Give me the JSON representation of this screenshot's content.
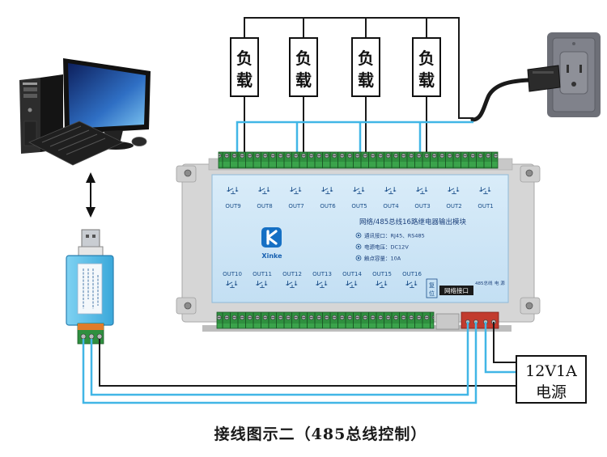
{
  "loads": [
    {
      "top": "负",
      "bottom": "载"
    },
    {
      "top": "负",
      "bottom": "载"
    },
    {
      "top": "负",
      "bottom": "载"
    },
    {
      "top": "负",
      "bottom": "载"
    }
  ],
  "power_supply": {
    "rating": "12V1A",
    "label": "电源"
  },
  "caption": "接线图示二（485总线控制）",
  "module": {
    "title": "网络/485总线16路继电器输出模块",
    "brand": "Xinke",
    "specs": [
      "通讯接口：RJ45、RS485",
      "电源电压：DC12V",
      "触点容量：10A"
    ],
    "outputs_top": [
      "OUT9",
      "OUT8",
      "OUT7",
      "OUT6",
      "OUT5",
      "OUT4",
      "OUT3",
      "OUT2",
      "OUT1"
    ],
    "outputs_bottom": [
      "OUT10",
      "OUT11",
      "OUT12",
      "OUT13",
      "OUT14",
      "OUT15",
      "OUT16"
    ],
    "reset": [
      "复",
      "位"
    ],
    "network_port": "网络接口",
    "bus_terminal": "485总线",
    "power_terminal": "电 源"
  },
  "icons": [
    "computer-icon",
    "double-arrow-icon",
    "usb-rs485-converter-icon",
    "wall-socket-icon",
    "power-plug-icon",
    "relay-contact-icon",
    "xinke-logo-icon"
  ],
  "colors": {
    "wire_blue": "#41b6e6",
    "wire_black": "#1a1a1a",
    "panel_blue": "#cfe6f7",
    "housing_gray": "#d6d6d6",
    "terminal_green": "#2f8f3f",
    "logo_blue": "#1670c4"
  }
}
